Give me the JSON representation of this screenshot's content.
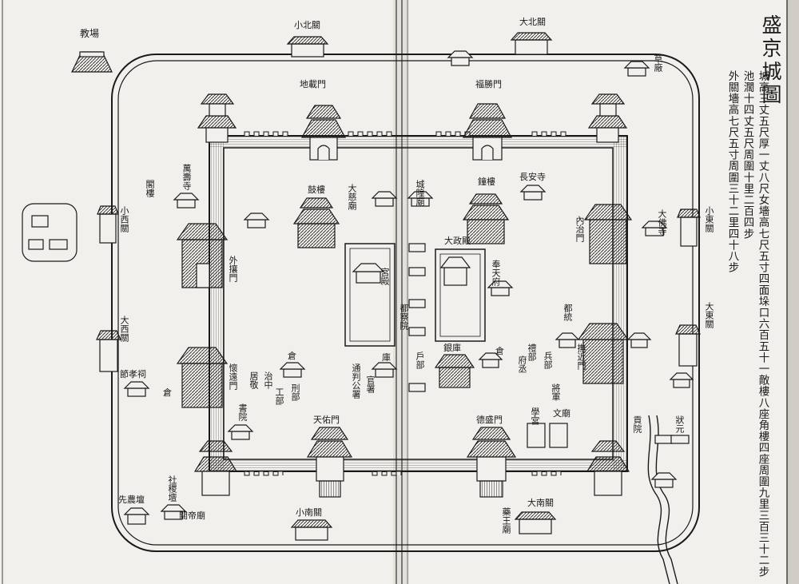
{
  "title": "盛京城圖",
  "notes": [
    "城高三丈五尺厚一丈八尺女墻高七尺五寸四面垛口六百五十一敵樓八座角樓四座周圍九里三百三十二步",
    "池濶十四丈五尺周圍十里二百四步",
    "外關墻高七尺五寸周圍三十二里四十八步"
  ],
  "outer_gates": {
    "north_small": "小北關",
    "north_big": "大北關",
    "east_small": "小東關",
    "east_big": "大東關",
    "south_small": "小南關",
    "south_big": "大南關",
    "west_small": "小西關",
    "west_big": "大西關"
  },
  "inner_gates": {
    "di_zai": "地載門",
    "fu_sheng": "福勝門",
    "wai_rang": "外攘門",
    "huai_yuan": "懷遠門",
    "tian_you": "天佑門",
    "de_sheng": "德盛門",
    "nei_zhi": "內治門",
    "fu_jin": "撫近門"
  },
  "landmarks": {
    "jiao_chang": "教場",
    "wan_shou_si": "萬壽寺",
    "gu_lou": "鼓樓",
    "zhong_lou": "鐘樓",
    "gong_dian": "宮殿",
    "da_zheng_dian": "大政殿",
    "feng_tian_fu": "奉天府",
    "chang_an_si": "長安寺",
    "da_fo_si": "大佛寺",
    "cao_chang": "草廠",
    "yin_ku": "銀庫",
    "wen_miao": "文廟",
    "she_ji_tan": "社稷壇",
    "xian_nong_tan": "先農壇",
    "guan_di_miao": "關帝廟",
    "jie_xiao_ci": "節孝祠",
    "cang_west": "倉",
    "cang_center": "倉",
    "cang_city": "倉",
    "ku": "庫",
    "da_ci_miao": "大慈廟",
    "cheng_huang_miao": "城隍廟",
    "dou_cha_yuan": "都察院",
    "hu_bu": "戶部",
    "li_bu": "禮部",
    "bing_bu": "兵部",
    "xing_bu": "刑部",
    "gong_bu": "工部",
    "tong_pan": "通判公署",
    "zhi_zhong": "治中",
    "ju_jing": "居敬",
    "xue_gong": "學宮",
    "yao_wang_miao": "藥王廟",
    "dou_tong": "都統",
    "jiang_jun": "將軍",
    "fu_cheng": "府丞",
    "gong_yuan": "貢院",
    "zhuang_yuan": "狀元",
    "ge_lou": "閣樓",
    "guan_shu": "官署",
    "shu_yuan": "書院"
  },
  "colors": {
    "paper": "#f2f0ec",
    "ink": "#1a1a1a"
  }
}
